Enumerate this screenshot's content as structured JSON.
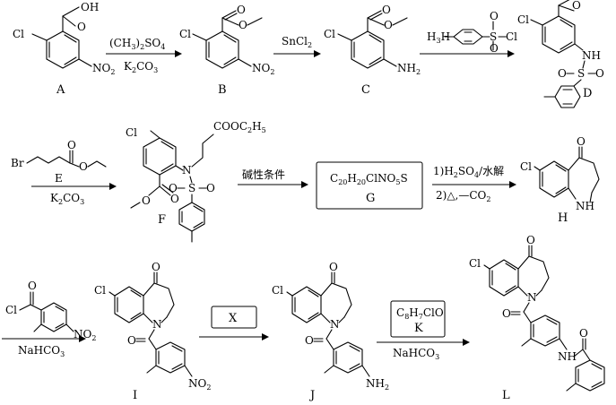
{
  "atoms": {
    "Cl": "Cl",
    "O": "O",
    "N": "N",
    "NH": "NH",
    "H_side": "H",
    "NO2": "NO",
    "NH2": "NH",
    "S": "S",
    "two": "2",
    "OH": "OH",
    "Br": "Br",
    "H3C": "H",
    "three": "3",
    "COOEt": "COOC",
    "Et_sub_C": "2",
    "Et_H": "H",
    "Et_sub_H": "5"
  },
  "labels": {
    "A": "A",
    "B": "B",
    "C": "C",
    "D": "D",
    "E": "E",
    "F": "F",
    "G": "G",
    "H": "H",
    "I": "I",
    "J": "J",
    "K": "K",
    "L": "L",
    "X": "X"
  },
  "conditions": {
    "step1_top": "(CH",
    "step1_top_sub": "3",
    "step1_top_mid": ")",
    "step1_top_sub2": "2",
    "step1_top_end": "SO",
    "step1_top_sub3": "4",
    "k2co3_K": "K",
    "k2co3_2": "2",
    "k2co3_CO": "CO",
    "k2co3_3": "3",
    "step2_top": "SnCl",
    "step2_top_sub": "2",
    "step5_top": "碱性条件",
    "step6_line1_a": "1)H",
    "step6_line1_sub": "2",
    "step6_line1_b": "SO",
    "step6_line1_sub2": "4",
    "step6_line1_c": "/水解",
    "step6_line2_a": "2)△,—CO",
    "step6_line2_sub": "2",
    "nahco3_a": "NaHCO",
    "nahco3_sub": "3",
    "K_formula_a": "C",
    "K_formula_s1": "8",
    "K_formula_b": "H",
    "K_formula_s2": "7",
    "K_formula_c": "ClO"
  },
  "G_formula": {
    "C": "C",
    "c": "20",
    "H": "H",
    "h": "20",
    "rest": "ClNO",
    "o": "5",
    "S": "S"
  }
}
